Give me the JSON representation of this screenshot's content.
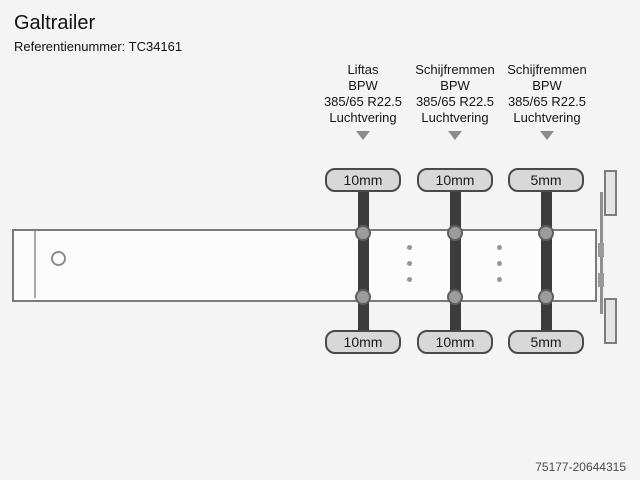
{
  "header": {
    "title": "Galtrailer",
    "reference": "Referentienummer: TC34161"
  },
  "axle_specs": [
    {
      "type": "Liftas",
      "brand": "BPW",
      "tire_size": "385/65 R22.5",
      "suspension": "Luchtvering"
    },
    {
      "type": "Schijfremmen",
      "brand": "BPW",
      "tire_size": "385/65 R22.5",
      "suspension": "Luchtvering"
    },
    {
      "type": "Schijfremmen",
      "brand": "BPW",
      "tire_size": "385/65 R22.5",
      "suspension": "Luchtvering"
    }
  ],
  "axles": [
    {
      "tire_top": "10mm",
      "tire_bottom": "10mm"
    },
    {
      "tire_top": "10mm",
      "tire_bottom": "10mm"
    },
    {
      "tire_top": "5mm",
      "tire_bottom": "5mm"
    }
  ],
  "footer": {
    "listing_id": "75177-20644315"
  },
  "colors": {
    "background": "#f4f4f4",
    "frame_stroke": "#7a7a7a",
    "axle_fill": "#3c3c3c",
    "tire_fill": "#d8d8d8",
    "hub_fill": "#9c9c9c",
    "arrow": "#8c8c8c"
  }
}
